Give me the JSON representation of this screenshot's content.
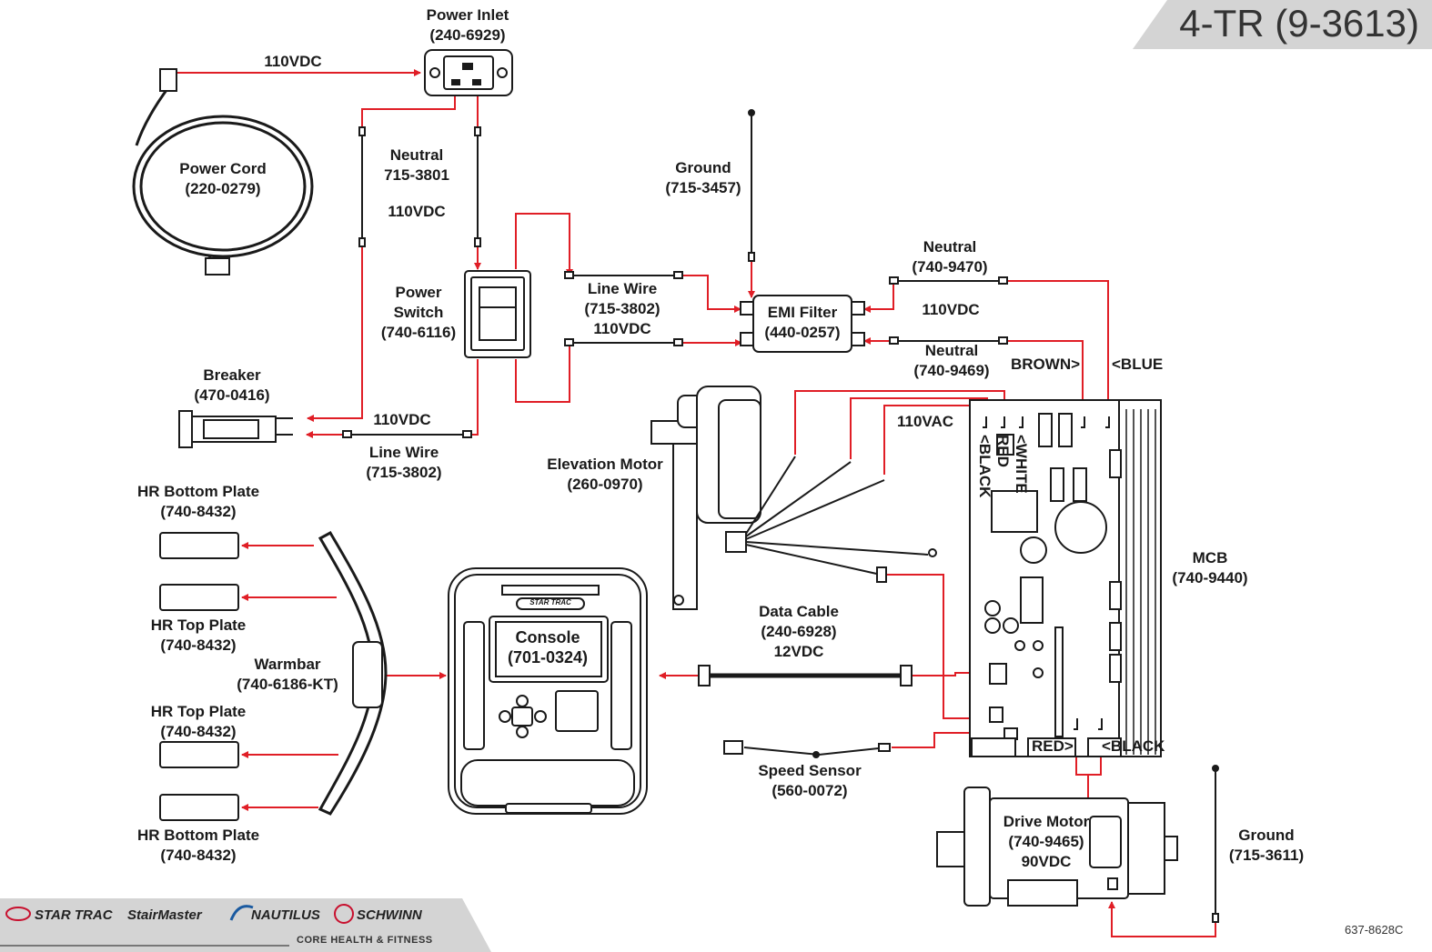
{
  "title": "4-TR (9-3613)",
  "doc_number": "637-8628C",
  "components": {
    "power_inlet": {
      "name": "Power Inlet",
      "part": "(240-6929)"
    },
    "power_cord": {
      "name": "Power Cord",
      "part": "(220-0279)"
    },
    "neutral_wire_1": {
      "name": "Neutral",
      "part": "715-3801",
      "voltage": "110VDC"
    },
    "power_switch": {
      "name1": "Power",
      "name2": "Switch",
      "part": "(740-6116)"
    },
    "breaker": {
      "name": "Breaker",
      "part": "(470-0416)"
    },
    "line_wire_top": {
      "name": "Line Wire",
      "part": "(715-3802)",
      "voltage": "110VDC"
    },
    "line_wire_bottom": {
      "name": "Line Wire",
      "part": "(715-3802)"
    },
    "ground_top": {
      "name": "Ground",
      "part": "(715-3457)"
    },
    "emi_filter": {
      "name": "EMI Filter",
      "part": "(440-0257)"
    },
    "neutral_9470": {
      "name": "Neutral",
      "part": "(740-9470)"
    },
    "neutral_9469": {
      "name": "Neutral",
      "part": "(740-9469)"
    },
    "elevation_motor": {
      "name": "Elevation Motor",
      "part": "(260-0970)"
    },
    "mcb": {
      "name": "MCB",
      "part": "(740-9440)"
    },
    "hr_bottom_plate_top": {
      "name": "HR Bottom Plate",
      "part": "(740-8432)"
    },
    "hr_top_plate_upper": {
      "name": "HR Top Plate",
      "part": "(740-8432)"
    },
    "warmbar": {
      "name": "Warmbar",
      "part": "(740-6186-KT)"
    },
    "hr_top_plate_lower": {
      "name": "HR Top Plate",
      "part": "(740-8432)"
    },
    "hr_bottom_plate_bottom": {
      "name": "HR Bottom Plate",
      "part": "(740-8432)"
    },
    "console": {
      "name": "Console",
      "part": "(701-0324)",
      "logo": "STAR TRAC"
    },
    "data_cable": {
      "name": "Data Cable",
      "part": "(240-6928)",
      "voltage": "12VDC"
    },
    "speed_sensor": {
      "name": "Speed Sensor",
      "part": "(560-0072)"
    },
    "drive_motor": {
      "name": "Drive Motor",
      "part": "(740-9465)",
      "voltage": "90VDC"
    },
    "ground_bottom": {
      "name": "Ground",
      "part": "(715-3611)"
    }
  },
  "wire_labels": {
    "cord_voltage": "110VDC",
    "breaker_voltage": "110VDC",
    "emi_out_voltage": "110VDC",
    "brown": "BROWN>",
    "blue": "<BLUE",
    "vac": "110VAC",
    "white": "<WHITE",
    "red_v": "RED",
    "black_v": "<BLACK",
    "red_out": "RED>",
    "black_out": "<BLACK"
  },
  "brands": [
    "STAR TRAC",
    "StairMaster",
    "NAUTILUS",
    "SCHWINN"
  ],
  "company": "CORE HEALTH & FITNESS",
  "colors": {
    "wire": "#e01e26",
    "outline": "#1a1a1a",
    "banner": "#d4d4d4",
    "brand_red": "#c8102e"
  }
}
